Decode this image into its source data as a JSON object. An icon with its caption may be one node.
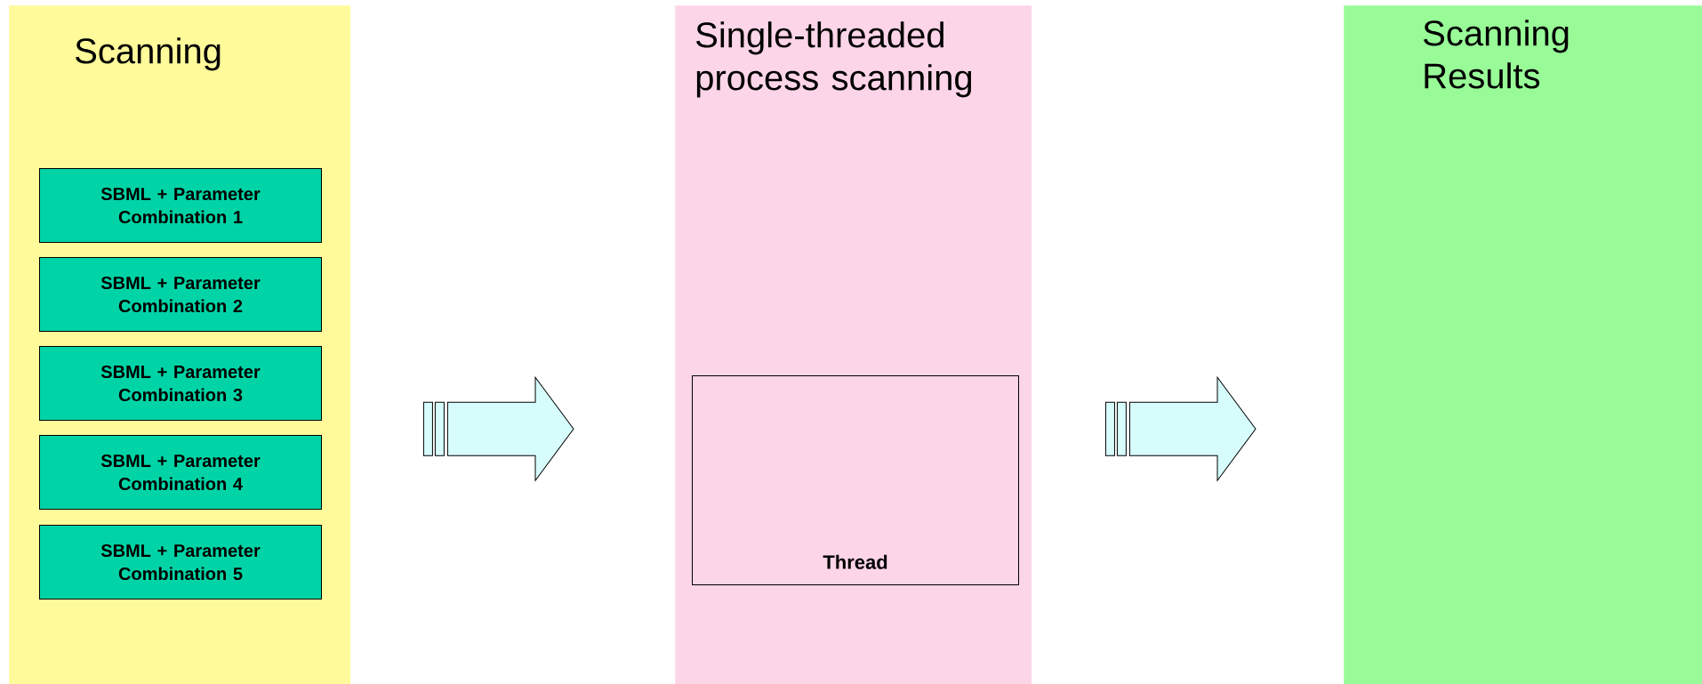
{
  "diagram": {
    "nodes": [
      {
        "text": [
          "Scanning"
        ]
      },
      {
        "text": [
          "SBML + Parameter Combination 1"
        ],
        "in": 0
      },
      {
        "text": [
          "SBML + Parameter Combination 2"
        ],
        "in": 0
      },
      {
        "text": [
          "SBML + Parameter Combination 3"
        ],
        "in": 0
      },
      {
        "text": [
          "SBML + Parameter Combination 4"
        ],
        "in": 0
      },
      {
        "text": [
          "SBML + Parameter Combination 5"
        ],
        "in": 0
      },
      {
        "text": [
          "Single-threaded process scanning"
        ]
      },
      {
        "text": [
          "Thread"
        ],
        "in": 6
      },
      {
        "text": [
          "Scanning Results"
        ]
      }
    ],
    "edges": [
      {
        "from": 0,
        "to": 6,
        "arrow": "to"
      },
      {
        "from": 6,
        "to": 8,
        "arrow": "to"
      }
    ]
  }
}
